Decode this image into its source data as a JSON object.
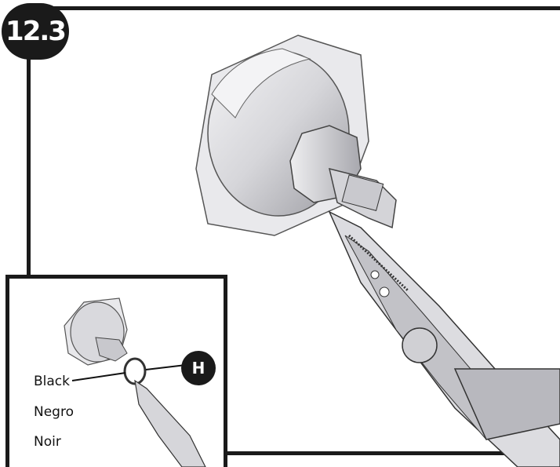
{
  "step": {
    "number": "12.3"
  },
  "callout": {
    "letter": "H"
  },
  "labels": {
    "english": "Black",
    "spanish": "Negro",
    "french": "Noir"
  },
  "icons": {
    "main_illustration": "wrench-on-valve-icon",
    "inset_illustration": "pliers-o-ring-icon"
  },
  "colors": {
    "ink": "#1a1a1a",
    "metal": "#d9d9dc",
    "metal_shadow": "#9a9aa0"
  }
}
